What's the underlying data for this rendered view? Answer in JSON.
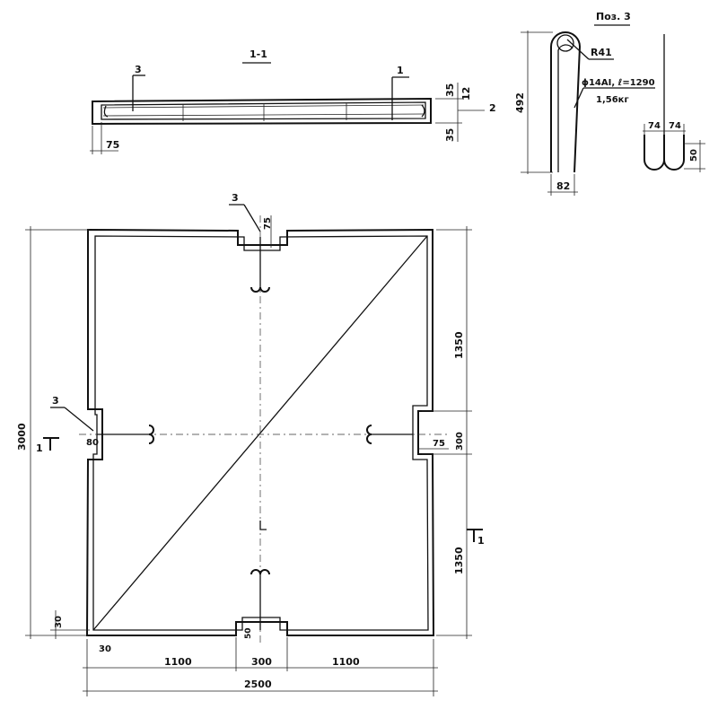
{
  "section": {
    "title": "1-1",
    "pos_3": "3",
    "pos_1": "1",
    "dim_75": "75",
    "dim_35_top": "35",
    "dim_12": "12",
    "dim_2": "2",
    "dim_35_bottom": "35"
  },
  "detail": {
    "title": "Поз. 3",
    "radius": "R41",
    "spec": "ϕ14AI, ℓ=1290",
    "mass": "1,56кг",
    "height": "492",
    "width": "82",
    "spacing_a": "74",
    "spacing_b": "74",
    "depth": "50"
  },
  "plan": {
    "pos_3_top": "3",
    "pos_3_left": "3",
    "notch_top": "75",
    "notch_left": "80",
    "notch_right": "75",
    "notch_bottom": "50",
    "height_total": "3000",
    "upper_half": "1350",
    "notch_size": "300",
    "lower_half": "1350",
    "corner_v": "30",
    "corner_h": "30",
    "span_left": "1100",
    "span_mid": "300",
    "span_right": "1100",
    "width_total": "2500",
    "cut_left": "1",
    "cut_right": "1"
  }
}
